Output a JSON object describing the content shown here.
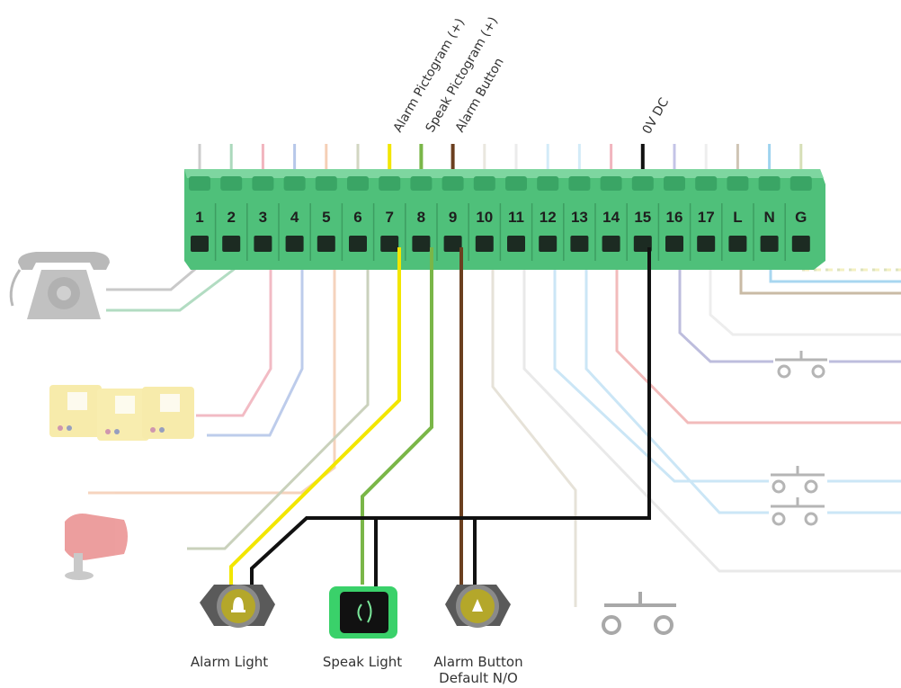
{
  "terminal": {
    "numbers": [
      "1",
      "2",
      "3",
      "4",
      "5",
      "6",
      "7",
      "8",
      "9",
      "10",
      "11",
      "12",
      "13",
      "14",
      "15",
      "16",
      "17",
      "L",
      "N",
      "G"
    ]
  },
  "labels": {
    "alarm_pictogram": "Alarm Pictogram (+)",
    "speak_pictogram": "Speak Pictogram (+)",
    "alarm_button": "Alarm Button",
    "zero_v": "0V DC"
  },
  "devices": {
    "alarm_light": "Alarm Light",
    "speak_light": "Speak Light",
    "alarm_button_line1": "Alarm Button",
    "alarm_button_line2": "Default N/O"
  },
  "colors": {
    "block_green": "#4fc07a",
    "yellow": "#f2e600",
    "green": "#7ab648",
    "brown": "#6b3f1f",
    "black": "#111111"
  }
}
